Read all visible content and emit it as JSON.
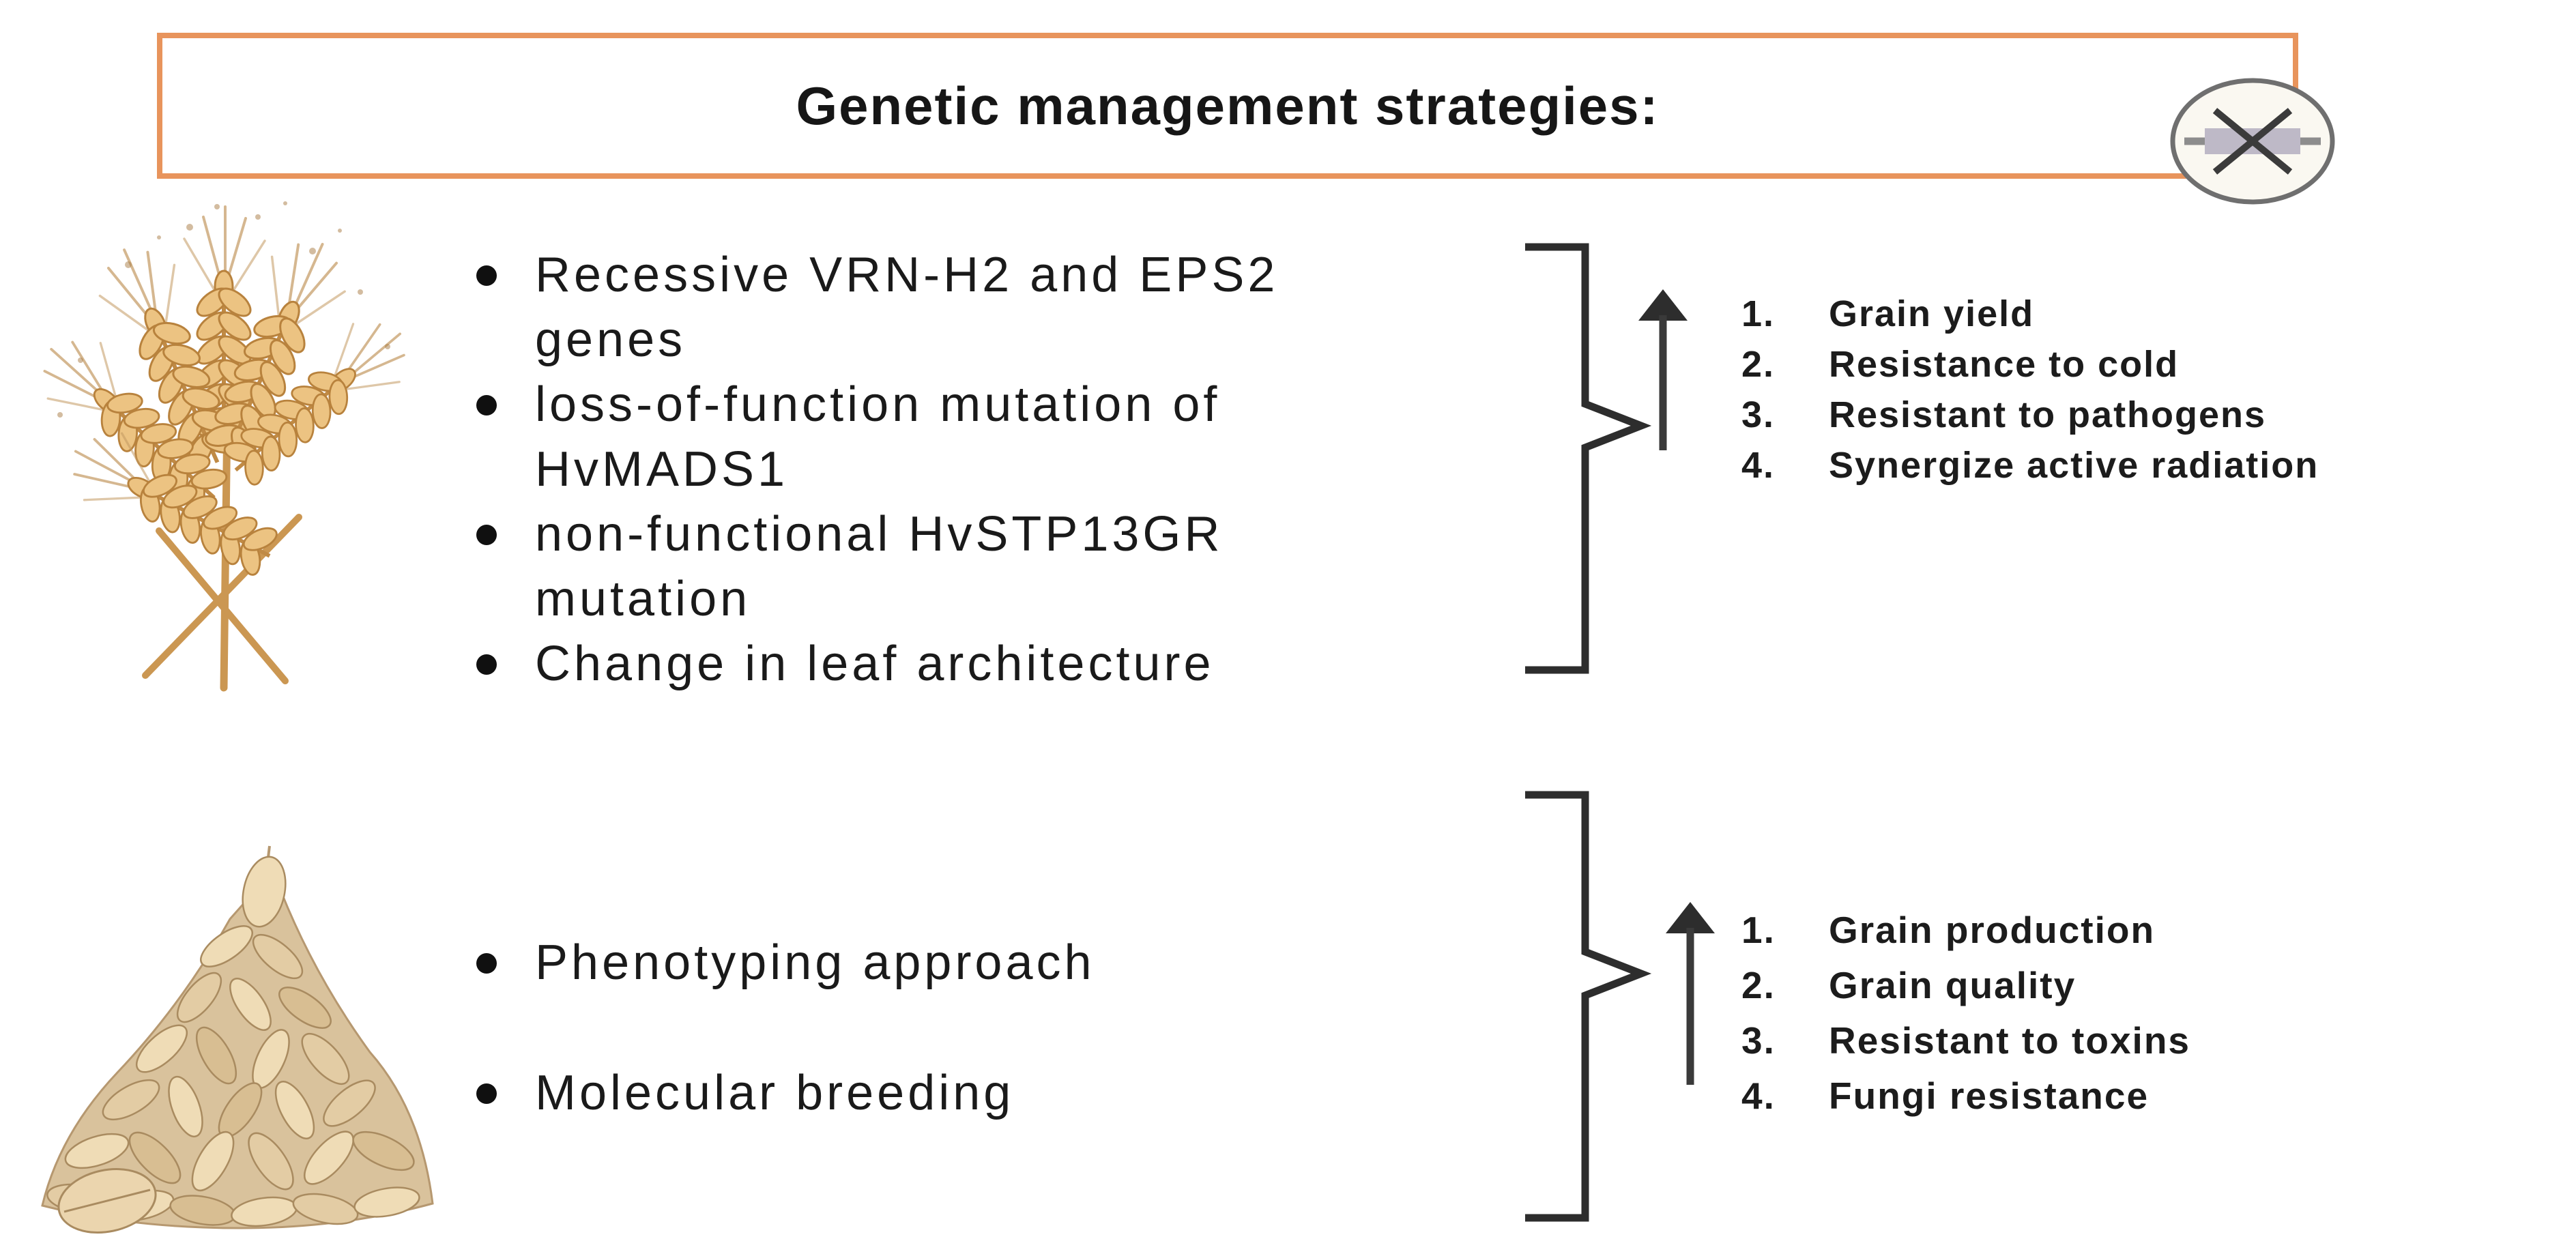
{
  "title": {
    "text": "Genetic management strategies:"
  },
  "icon": {
    "name": "gene-crossover"
  },
  "colors": {
    "accent_border": "#E8945C",
    "text": "#1C1C1C",
    "diagram_lines": "#2D2D2D",
    "wheat_gold": "#ECC382",
    "grain_beige": "#E6CFA6"
  },
  "sections": [
    {
      "id": "genetic-strategies",
      "illustration": "wheat-ears-bundle",
      "bullets": [
        {
          "lines": [
            "Recessive VRN-H2 and EPS2",
            "genes"
          ]
        },
        {
          "lines": [
            "loss-of-function mutation of",
            "HvMADS1"
          ]
        },
        {
          "lines": [
            "non-functional HvSTP13GR",
            "mutation"
          ]
        },
        {
          "lines": [
            "Change in leaf architecture"
          ]
        }
      ],
      "outcomes": [
        {
          "num": "1.",
          "label": "Grain yield"
        },
        {
          "num": "2.",
          "label": "Resistance to cold"
        },
        {
          "num": "3.",
          "label": "Resistant to pathogens"
        },
        {
          "num": "4.",
          "label": "Synergize active radiation"
        }
      ]
    },
    {
      "id": "breeding-strategies",
      "illustration": "grain-seed-pile",
      "bullets": [
        {
          "lines": [
            "Phenotyping approach"
          ]
        },
        {
          "lines": [
            "Molecular breeding"
          ]
        }
      ],
      "outcomes": [
        {
          "num": "1.",
          "label": "Grain production"
        },
        {
          "num": "2.",
          "label": "Grain quality"
        },
        {
          "num": "3.",
          "label": "Resistant to toxins"
        },
        {
          "num": "4.",
          "label": "Fungi resistance"
        }
      ]
    }
  ]
}
